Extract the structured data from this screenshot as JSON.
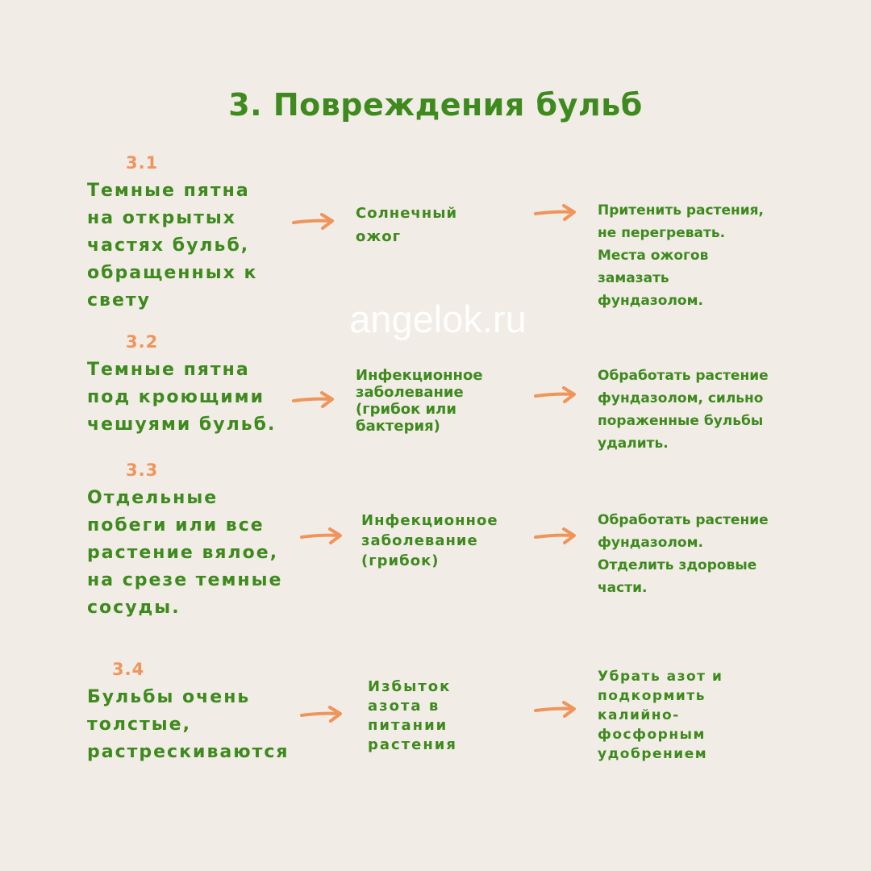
{
  "title": "3. Повреждения бульб",
  "watermark": "angelok.ru",
  "colors": {
    "background": "#f1ece5",
    "green": "#3e8a1e",
    "orange": "#ef955b"
  },
  "items": [
    {
      "number": "3.1",
      "symptom": "Темные пятна\nна открытых\nчастях бульб,\nобращенных к\nсвету",
      "cause": "Солнечный\nожог",
      "action": "Притенить растения,\nне перегревать.\nМеста ожогов\nзамазать\nфундазолом."
    },
    {
      "number": "3.2",
      "symptom": "Темные пятна\nпод кроющими\nчешуями бульб.",
      "cause": "Инфекционное\nзаболевание\n(грибок или\nбактерия)",
      "action": "Обработать растение\nфундазолом, сильно\nпораженные бульбы\nудалить."
    },
    {
      "number": "3.3",
      "symptom": "Отдельные\nпобеги или все\nрастение вялое,\nна срезе темные\nсосуды.",
      "cause": "Инфекционное\nзаболевание\n(грибок)",
      "action": "Обработать растение\nфундазолом.\nОтделить здоровые\nчасти."
    },
    {
      "number": "3.4",
      "symptom": "Бульбы очень\nтолстые,\nрастрескиваются",
      "cause": "Избыток\nазота в\nпитании\nрастения",
      "action": "Убрать азот и\nподкормить\nкалийно-\nфосфорным\nудобрением"
    }
  ]
}
